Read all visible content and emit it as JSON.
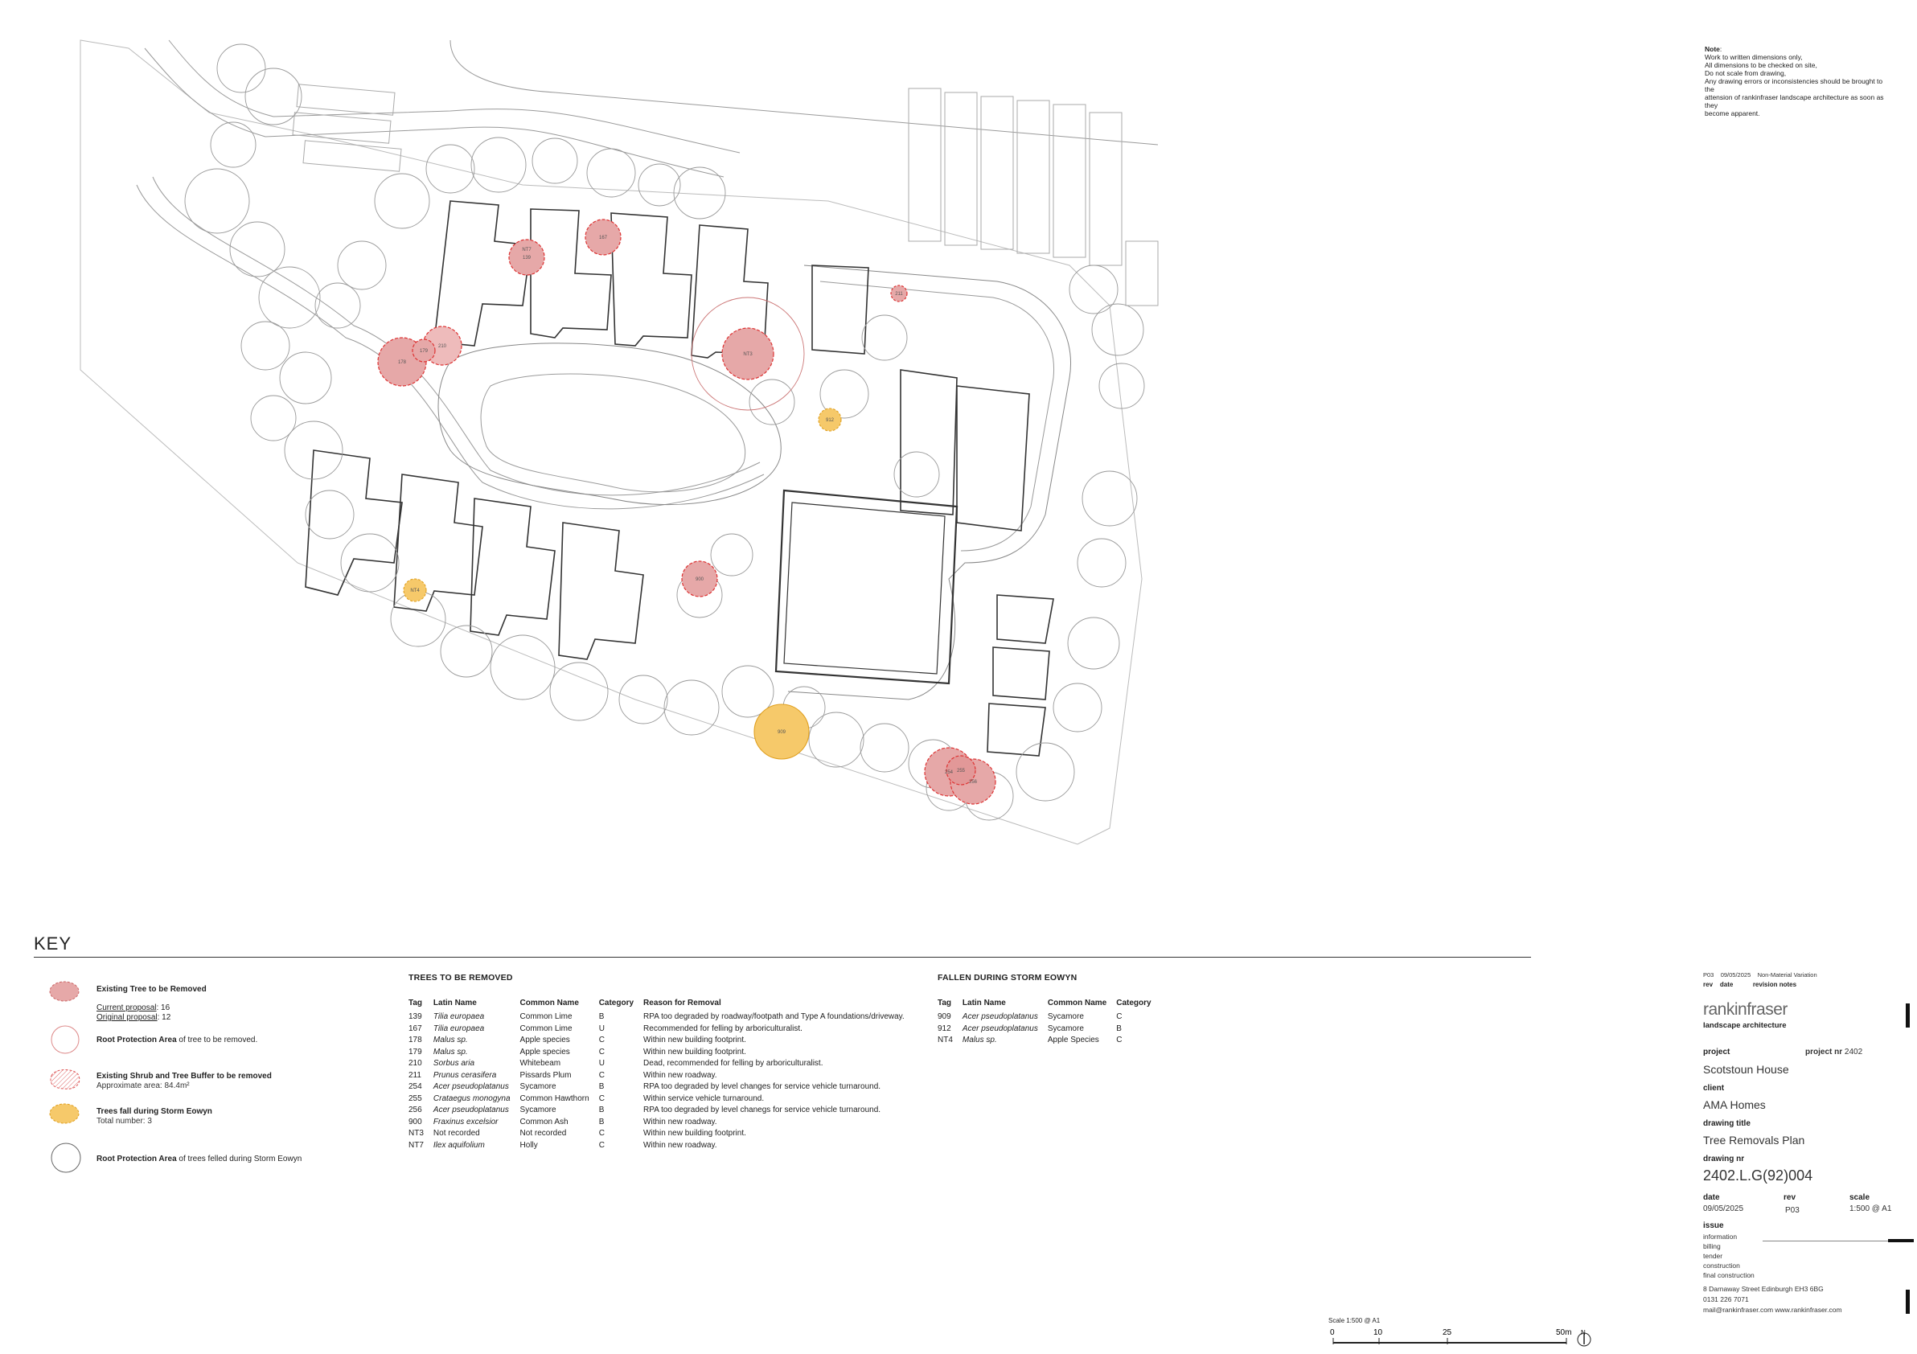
{
  "note": {
    "heading": "Note",
    "lines": [
      "Work to written dimensions only,",
      "All dimensions to be checked on site,",
      "Do not scale from drawing,",
      "Any drawing errors or inconsistencies should be brought to the",
      "attension of rankinfraser landscape architecture as soon as they",
      "become apparent."
    ]
  },
  "key": {
    "title": "KEY",
    "items": [
      {
        "label": "Existing Tree to be Removed",
        "current": "Current proposal",
        "current_val": ": 16",
        "original": "Original proposal",
        "original_val": ": 12"
      },
      {
        "label": "Root Protection Area",
        "rest": " of tree to be removed."
      },
      {
        "label": "Existing Shrub and Tree Buffer to be removed",
        "sub": "Approximate area: 84.4m²"
      },
      {
        "label": "Trees fall during Storm Eowyn",
        "sub": "Total number: 3"
      },
      {
        "label": "Root Protection Area",
        "rest": " of trees felled during Storm Eowyn"
      }
    ]
  },
  "removed": {
    "title": "TREES TO BE REMOVED",
    "headers": [
      "Tag",
      "Latin Name",
      "Common Name",
      "Category",
      "Reason for Removal"
    ],
    "rows": [
      [
        "139",
        "Tilia europaea",
        "Common Lime",
        "B",
        "RPA too degraded by roadway/footpath and Type A foundations/driveway."
      ],
      [
        "167",
        "Tilia europaea",
        "Common Lime",
        "U",
        "Recommended for felling by arboriculturalist."
      ],
      [
        "178",
        "Malus sp.",
        "Apple species",
        "C",
        "Within new building footprint."
      ],
      [
        "179",
        "Malus sp.",
        "Apple species",
        "C",
        "Within new building footprint."
      ],
      [
        "210",
        "Sorbus aria",
        "Whitebeam",
        "U",
        "Dead, recommended for felling by arboriculturalist."
      ],
      [
        "211",
        "Prunus cerasifera",
        "Pissards Plum",
        "C",
        "Within new roadway."
      ],
      [
        "254",
        "Acer pseudoplatanus",
        "Sycamore",
        "B",
        "RPA too degraded by level changes for service vehicle turnaround."
      ],
      [
        "255",
        "Crataegus monogyna",
        "Common Hawthorn",
        "C",
        "Within service vehicle turnaround."
      ],
      [
        "256",
        "Acer pseudoplatanus",
        "Sycamore",
        "B",
        "RPA too degraded by level chanegs for service vehicle turnaround."
      ],
      [
        "900",
        "Fraxinus excelsior",
        "Common Ash",
        "B",
        "Within new roadway."
      ],
      [
        "NT3",
        "Not recorded",
        "Not recorded",
        "C",
        "Within new building footprint."
      ],
      [
        "NT7",
        "Ilex aquifolium",
        "Holly",
        "C",
        "Within new roadway."
      ]
    ]
  },
  "fallen": {
    "title": "FALLEN DURING STORM EOWYN",
    "headers": [
      "Tag",
      "Latin Name",
      "Common Name",
      "Category"
    ],
    "rows": [
      [
        "909",
        "Acer pseudoplatanus",
        "Sycamore",
        "C"
      ],
      [
        "912",
        "Acer pseudoplatanus",
        "Sycamore",
        "B"
      ],
      [
        "NT4",
        "Malus sp.",
        "Apple Species",
        "C"
      ]
    ]
  },
  "titleblock": {
    "rev_line": {
      "rev": "P03",
      "date": "09/05/2025",
      "note": "Non-Material Variation"
    },
    "rev_headers": {
      "rev": "rev",
      "date": "date",
      "notes": "revision notes"
    },
    "company": "rankinfraser",
    "company_sub": "landscape architecture",
    "project_label": "project",
    "project": "Scotstoun House",
    "project_nr_label": "project nr",
    "project_nr": "2402",
    "client_label": "client",
    "client": "AMA Homes",
    "drawing_title_label": "drawing title",
    "drawing_title": "Tree Removals Plan",
    "drawing_nr_label": "drawing nr",
    "drawing_nr": "2402.L.G(92)004",
    "date_label": "date",
    "date": "09/05/2025",
    "rev_label": "rev",
    "rev": "P03",
    "scale_label": "scale",
    "scale": "1:500 @ A1",
    "issue_label": "issue",
    "issue_list": [
      "information",
      "billing",
      "tender",
      "construction",
      "final construction"
    ],
    "address": "8 Darnaway Street   Edinburgh EH3 6BG",
    "phone": "0131 226 7071",
    "contact": "mail@rankinfraser.com   www.rankinfraser.com"
  },
  "scalebar": {
    "label": "Scale 1:500 @ A1",
    "ticks": [
      "0",
      "10",
      "25",
      "50m"
    ],
    "north": "N"
  },
  "tree_tags": [
    "139",
    "167",
    "178",
    "179",
    "210",
    "211",
    "254",
    "255",
    "256",
    "900",
    "NT3",
    "NT7",
    "909",
    "912",
    "NT4"
  ]
}
